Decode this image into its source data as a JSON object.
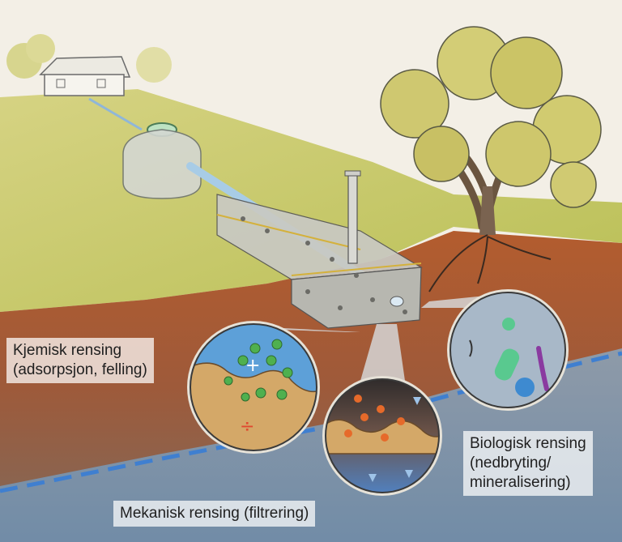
{
  "labels": {
    "chemical": {
      "line1": "Kjemisk rensing",
      "line2": "(adsorpsjon, felling)"
    },
    "biological": {
      "line1": "Biologisk rensing",
      "line2": "(nedbryting/",
      "line3": "mineralisering)"
    },
    "mechanical": {
      "line1": "Mekanisk rensing (filtrering)"
    }
  },
  "symbols": {
    "plus": "+",
    "minus": "÷"
  },
  "colors": {
    "sky": "#f3efe6",
    "grass": "#c8c86a",
    "soil": "#a5552e",
    "groundwater": "#7a9ab2",
    "water_line": "#3f7fd0",
    "water_circle": "#5da0d8",
    "sand": "#d4a868"
  }
}
